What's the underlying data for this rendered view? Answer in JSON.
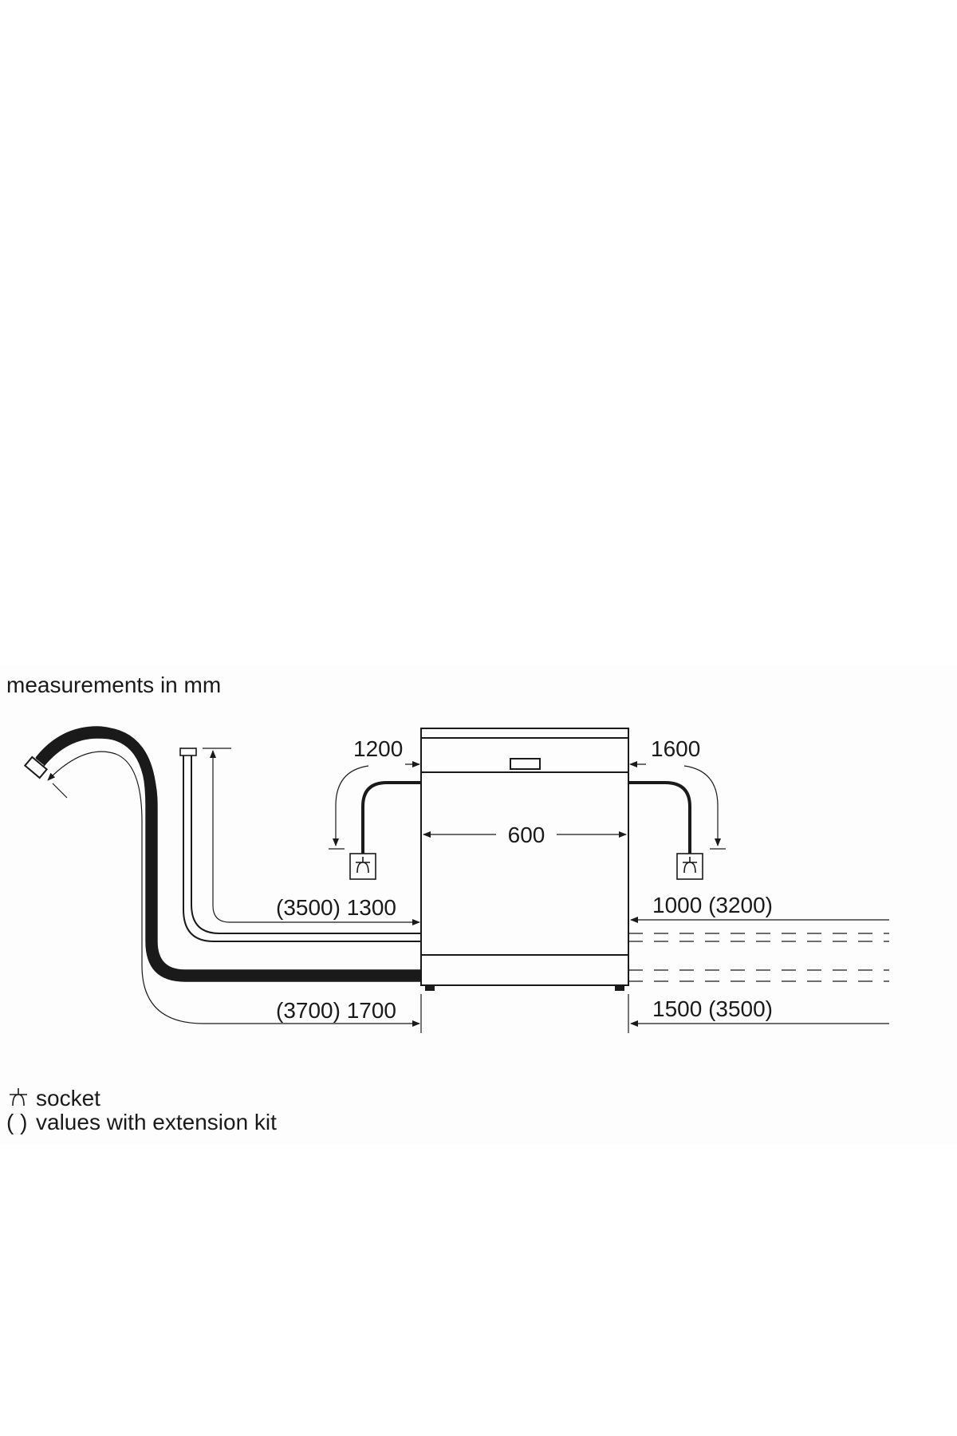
{
  "diagram": {
    "header": "measurements in mm",
    "dims": {
      "left_top": "1200",
      "right_top": "1600",
      "width": "600",
      "left_mid": "(3500) 1300",
      "right_mid": "1000 (3200)",
      "left_bottom": "(3700) 1700",
      "right_bottom": "1500 (3500)"
    },
    "legend": {
      "socket_label": "socket",
      "extension_symbol": "( )",
      "extension_label": "values with extension kit"
    },
    "icons": [
      "socket-icon",
      "drain-hose-icon",
      "water-inlet-hose-icon"
    ]
  }
}
